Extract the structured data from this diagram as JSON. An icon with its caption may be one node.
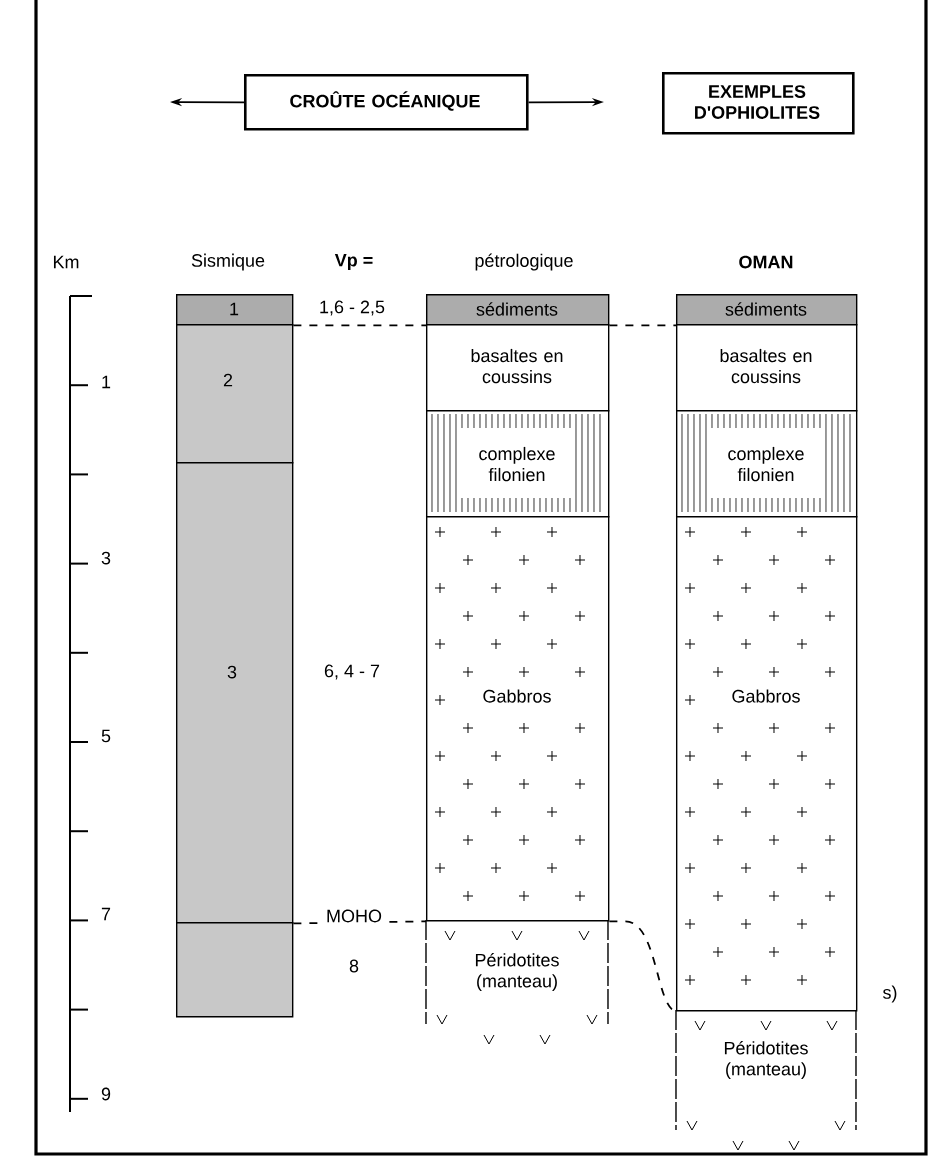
{
  "diagram": {
    "nodes": [
      {
        "text": [
          "CROÛTE OCÉANIQUE"
        ]
      },
      {
        "text": [
          "EXEMPLES D'OPHIOLITES"
        ]
      },
      {
        "text": [
          "1"
        ]
      },
      {
        "text": [
          "2"
        ]
      },
      {
        "text": [
          "3"
        ]
      },
      {
        "text": [],
        "shape": "box"
      },
      {
        "text": [
          "sédiments"
        ]
      },
      {
        "text": [
          "basaltes en coussins"
        ]
      },
      {
        "text": [
          "complexe filonien"
        ]
      },
      {
        "text": [
          "Gabbros"
        ]
      },
      {
        "text": [
          "Péridotites (manteau)"
        ]
      },
      {
        "text": [
          "sédiments"
        ]
      },
      {
        "text": [
          "basaltes en coussins"
        ]
      },
      {
        "text": [
          "complexe filonien"
        ]
      },
      {
        "text": [
          "Gabbros"
        ]
      },
      {
        "text": [
          "Péridotites (manteau)"
        ]
      }
    ],
    "edges": [
      {
        "from": 0,
        "to": null,
        "arrow": "to"
      },
      {
        "from": 0,
        "to": null,
        "arrow": "to"
      },
      {
        "from": 2,
        "to": 6,
        "arrow": "none",
        "style": "dashed",
        "label": "1,6 - 2,5"
      },
      {
        "from": 6,
        "to": 11,
        "arrow": "none",
        "style": "dashed"
      },
      {
        "from": 4,
        "to": 9,
        "arrow": "none",
        "style": "dashed",
        "label": "MOHO"
      },
      {
        "from": 9,
        "to": 14,
        "arrow": "none",
        "style": "dashed"
      }
    ],
    "labels": [
      "Km",
      "Sismique",
      "Vp =",
      "pétrologique",
      "OMAN",
      "1",
      "3",
      "6, 4 - 7",
      "5",
      "7",
      "8",
      "s)",
      "9"
    ]
  }
}
